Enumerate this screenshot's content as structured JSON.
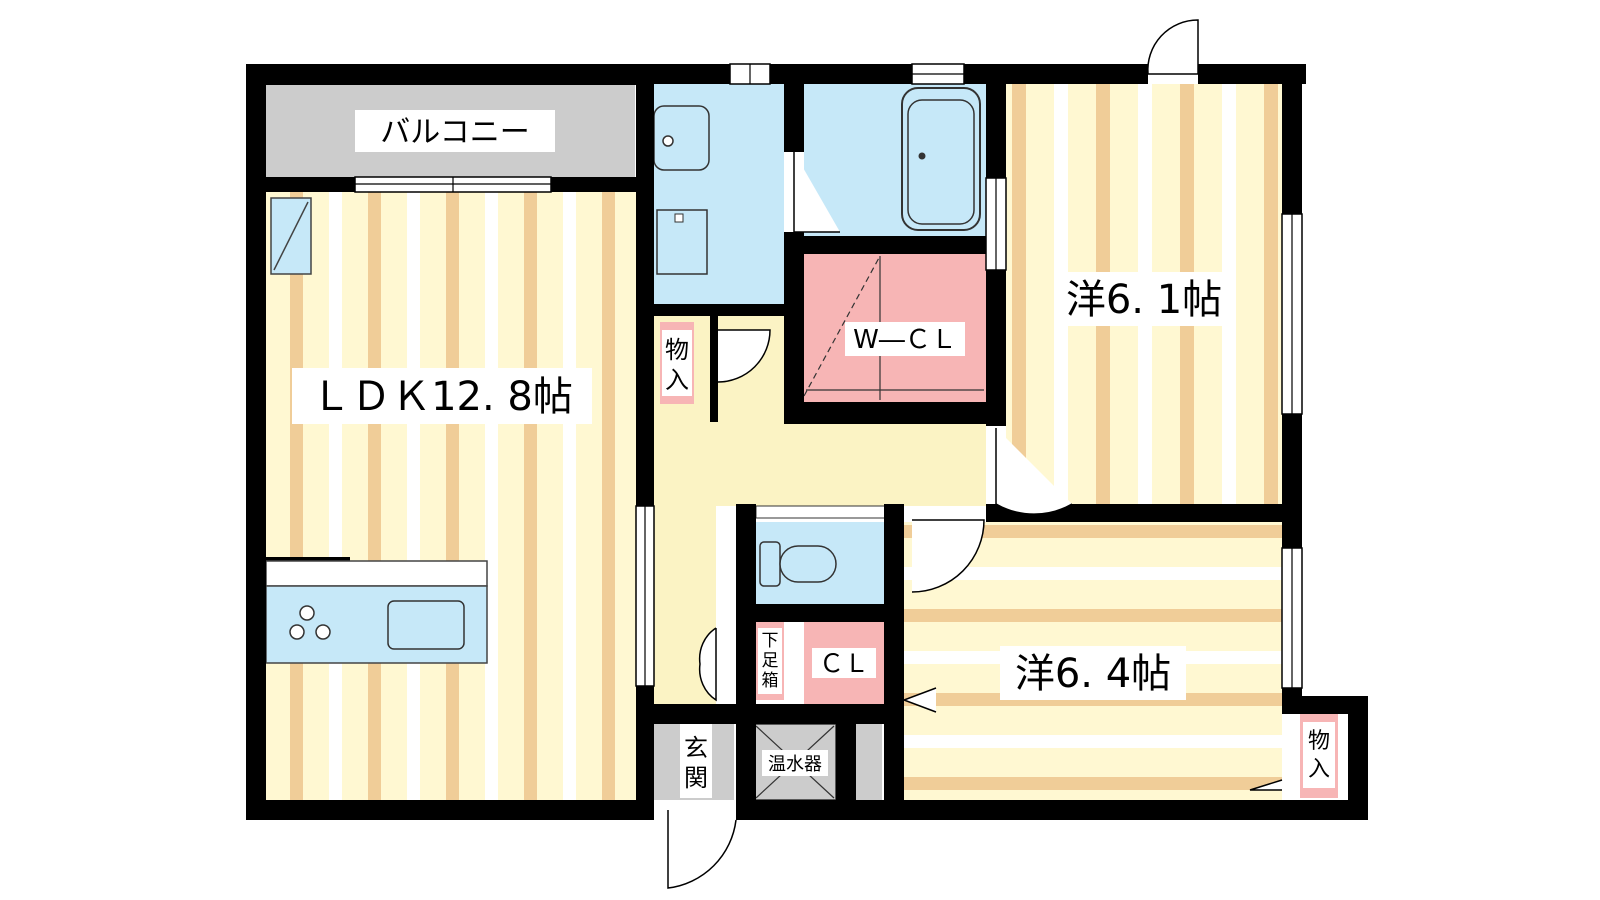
{
  "labels": {
    "balcony": "バルコニー",
    "ldk": "ＬＤＫ12. 8帖",
    "bedroom1": "洋6. 1帖",
    "bedroom2": "洋6. 4帖",
    "wcl": "W―ＣＬ",
    "cl": "ＣＬ",
    "storage_left_1": "物",
    "storage_left_2": "入",
    "storage_right_1": "物",
    "storage_right_2": "入",
    "shoe_box_1": "下",
    "shoe_box_2": "足",
    "shoe_box_3": "箱",
    "entrance_1": "玄",
    "entrance_2": "関",
    "water_heater": "温水器"
  },
  "colors": {
    "wall": "#000000",
    "stripe_light": "#fff8d2",
    "stripe_tan": "#f0cd98",
    "wet_area": "#c6e8f8",
    "closet": "#f7b5b5",
    "hallway": "#fbf3c4",
    "balcony": "#cccccc",
    "entrance": "#cccccc"
  }
}
